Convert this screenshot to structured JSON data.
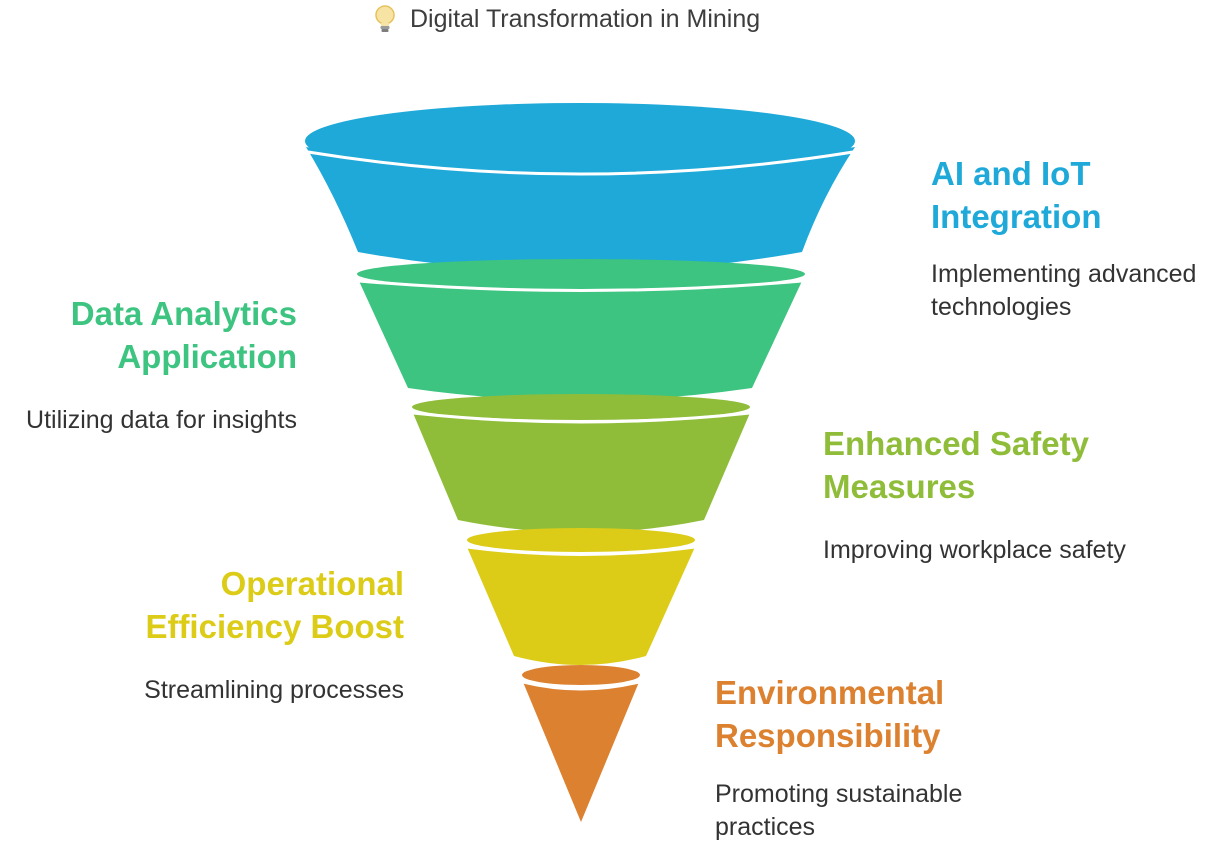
{
  "title": "Digital Transformation in Mining",
  "icon": "light-bulb-icon",
  "stages": [
    {
      "label": "AI and IoT Integration",
      "description": "Implementing advanced technologies",
      "color": "#1ea9d9"
    },
    {
      "label": "Data Analytics Application",
      "description": "Utilizing data for insights",
      "color": "#3cc480"
    },
    {
      "label": "Enhanced Safety Measures",
      "description": "Improving workplace safety",
      "color": "#8fbd3a"
    },
    {
      "label": "Operational Efficiency Boost",
      "description": "Streamlining processes",
      "color": "#dccc18"
    },
    {
      "label": "Environmental Responsibility",
      "description": "Promoting sustainable practices",
      "color": "#dc8130"
    }
  ]
}
